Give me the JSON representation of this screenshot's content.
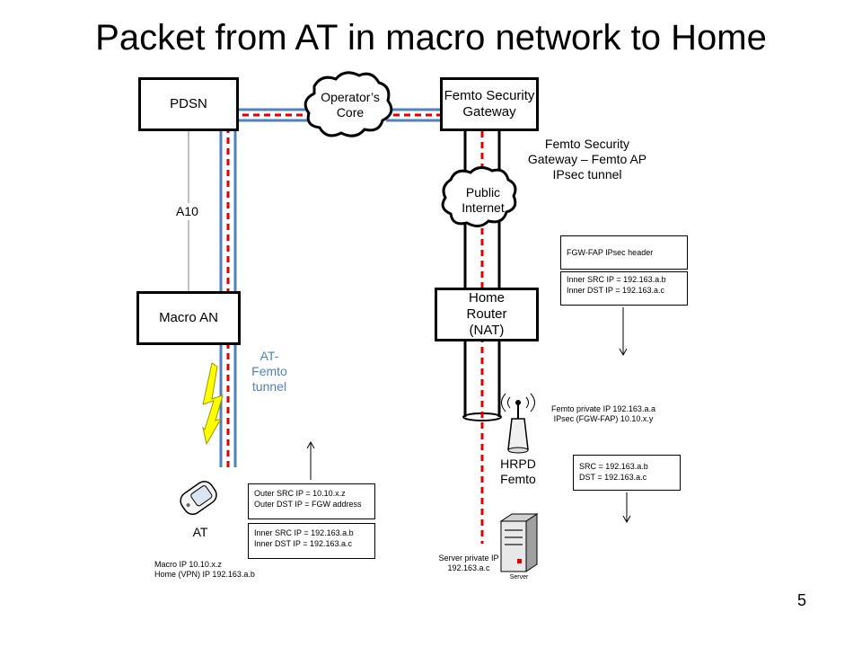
{
  "title": "Packet from AT in macro network to Home",
  "page_number": "5",
  "nodes": {
    "pdsn": "PDSN",
    "operators_core": "Operator’s\nCore",
    "femto_security_gateway": "Femto Security\nGateway",
    "public_internet": "Public\nInternet",
    "macro_an": "Macro AN",
    "home_router": "Home\nRouter\n(NAT)",
    "hrpd_femto": "HRPD\nFemto",
    "at": "AT",
    "server_icon_label": "Server"
  },
  "labels": {
    "a10": "A10",
    "at_femto_tunnel": "AT-\nFemto\ntunnel",
    "ipsec_tunnel": "Femto Security\nGateway – Femto AP\nIPsec tunnel",
    "femto_info": "Femto private IP 192.163.a.a\nIPsec (FGW-FAP) 10.10.x.y",
    "macro_info": "Macro IP 10.10.x.z\nHome (VPN) IP 192.163.a.b",
    "server_info": "Server private IP\n192.163.a.c"
  },
  "headers": {
    "fgw_fap_header": "FGW-FAP IPsec header",
    "fgw_inner": "Inner SRC IP = 192.163.a.b\nInner DST IP  = 192.163.a.c",
    "outer": "Outer SRC IP = 10.10.x.z\nOuter DST IP  = FGW address",
    "inner": "Inner SRC IP = 192.163.a.b\nInner DST IP  = 192.163.a.c",
    "final": "SRC = 192.163.a.b\nDST = 192.163.a.c"
  },
  "colors": {
    "tunnel_blue": "#4f81bd",
    "path_red": "#e00000",
    "lightning": "#ffff00"
  }
}
